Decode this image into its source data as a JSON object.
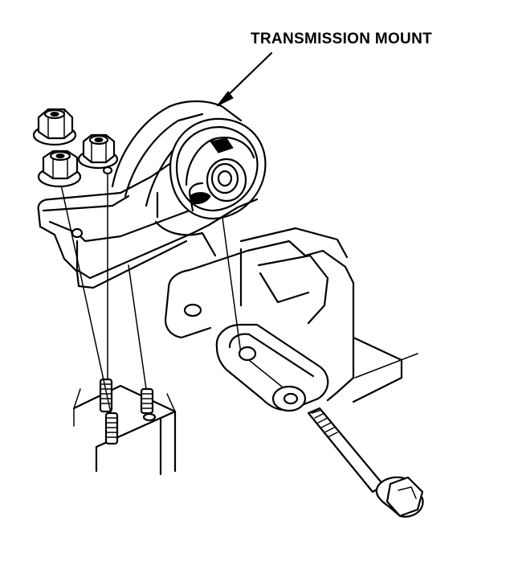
{
  "diagram": {
    "callout_label": "TRANSMISSION MOUNT",
    "parts": [
      "transmission-mount",
      "flange-nut",
      "stud",
      "mounting-bracket",
      "washer",
      "through-bolt",
      "frame-pad"
    ],
    "colors": {
      "line": "#000000",
      "background": "#ffffff"
    }
  }
}
